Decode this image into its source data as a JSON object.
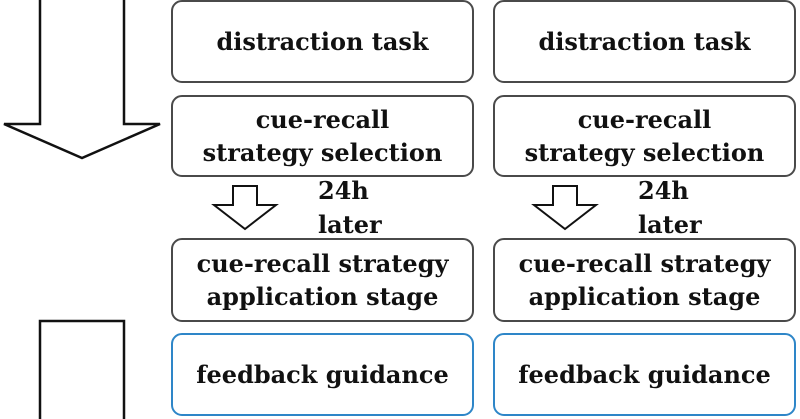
{
  "columns": [
    {
      "distraction": "distraction task",
      "selection_line1": "cue-recall",
      "selection_line2": "strategy selection",
      "delay_line1": "24h",
      "delay_line2": "later",
      "application_line1": "cue-recall strategy",
      "application_line2": "application stage",
      "feedback": "feedback guidance"
    },
    {
      "distraction": "distraction task",
      "selection_line1": "cue-recall",
      "selection_line2": "strategy selection",
      "delay_line1": "24h",
      "delay_line2": "later",
      "application_line1": "cue-recall strategy",
      "application_line2": "application stage",
      "feedback": "feedback guidance"
    }
  ],
  "colors": {
    "box_border": "#4a4a4a",
    "feedback_border": "#2e86c8",
    "text": "#111111",
    "arrow_stroke": "#111111"
  },
  "icons": [
    "large-down-arrow-icon",
    "small-down-arrow-icon",
    "partial-down-arrow-icon"
  ]
}
